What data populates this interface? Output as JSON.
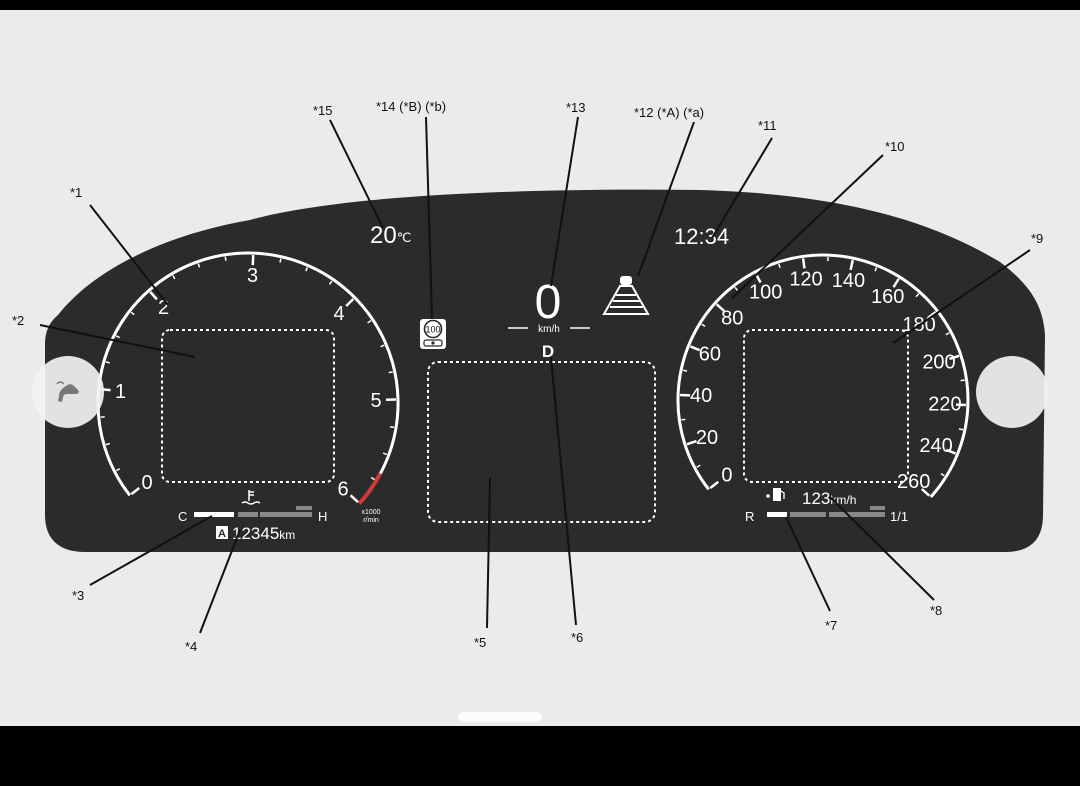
{
  "callouts": [
    "*1",
    "*2",
    "*3",
    "*4",
    "*5",
    "*6",
    "*7",
    "*8",
    "*9",
    "*10",
    "*11",
    "*12 (*A) (*a)",
    "*13",
    "*14 (*B) (*b)",
    "*15"
  ],
  "display": {
    "temperature": "20",
    "temperature_unit": "℃",
    "clock": "12:34",
    "speed": "0",
    "speed_unit": "km/h",
    "gear": "D",
    "speed_limit_sign": "100",
    "odometer_mode": "A",
    "odometer": "12345",
    "odometer_unit": "km",
    "cruise_speed": "123",
    "cruise_unit": "km/h",
    "fuel_empty": "R",
    "fuel_full": "1/1",
    "temp_cold": "C",
    "temp_hot": "H"
  },
  "tachometer": {
    "labels": [
      "0",
      "1",
      "2",
      "3",
      "4",
      "5",
      "6"
    ],
    "unit_line1": "x1000",
    "unit_line2": "r/min"
  },
  "speedometer": {
    "labels": [
      "0",
      "20",
      "40",
      "60",
      "80",
      "100",
      "120",
      "140",
      "160",
      "180",
      "200",
      "220",
      "240",
      "260"
    ]
  },
  "nav": {
    "prev_icon": "swipe-hand-icon",
    "next_icon": "next-page-button"
  },
  "colors": {
    "page_bg": "#ebebeb",
    "panel": "#2b2b2b",
    "ink": "#ffffff",
    "redline": "#d23a3a"
  }
}
